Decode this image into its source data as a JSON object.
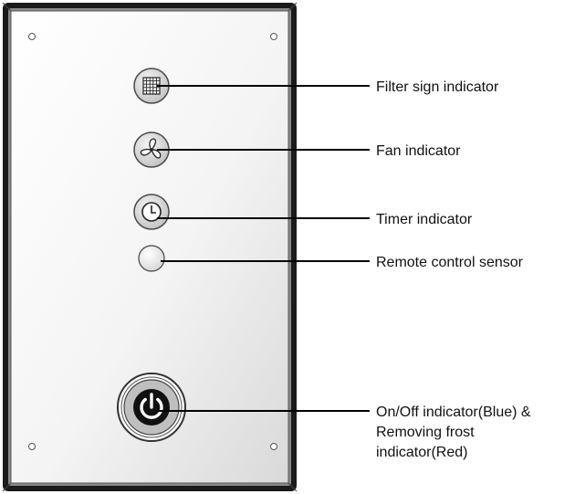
{
  "panel": {
    "indicators": [
      {
        "id": "filter",
        "icon": "filter-grid-icon",
        "label": "Filter sign indicator"
      },
      {
        "id": "fan",
        "icon": "fan-icon",
        "label": "Fan indicator"
      },
      {
        "id": "timer",
        "icon": "timer-icon",
        "label": "Timer indicator"
      },
      {
        "id": "sensor",
        "icon": "sensor-lens-icon",
        "label": "Remote control sensor"
      },
      {
        "id": "power",
        "icon": "power-icon",
        "label_lines": [
          "On/Off indicator(Blue) &",
          "Removing frost",
          "indicator(Red)"
        ]
      }
    ]
  },
  "colors": {
    "frame": "#222222",
    "panel_face": "#ffffff",
    "button_fill": "#d8d8d8",
    "leader_line": "#000000"
  }
}
